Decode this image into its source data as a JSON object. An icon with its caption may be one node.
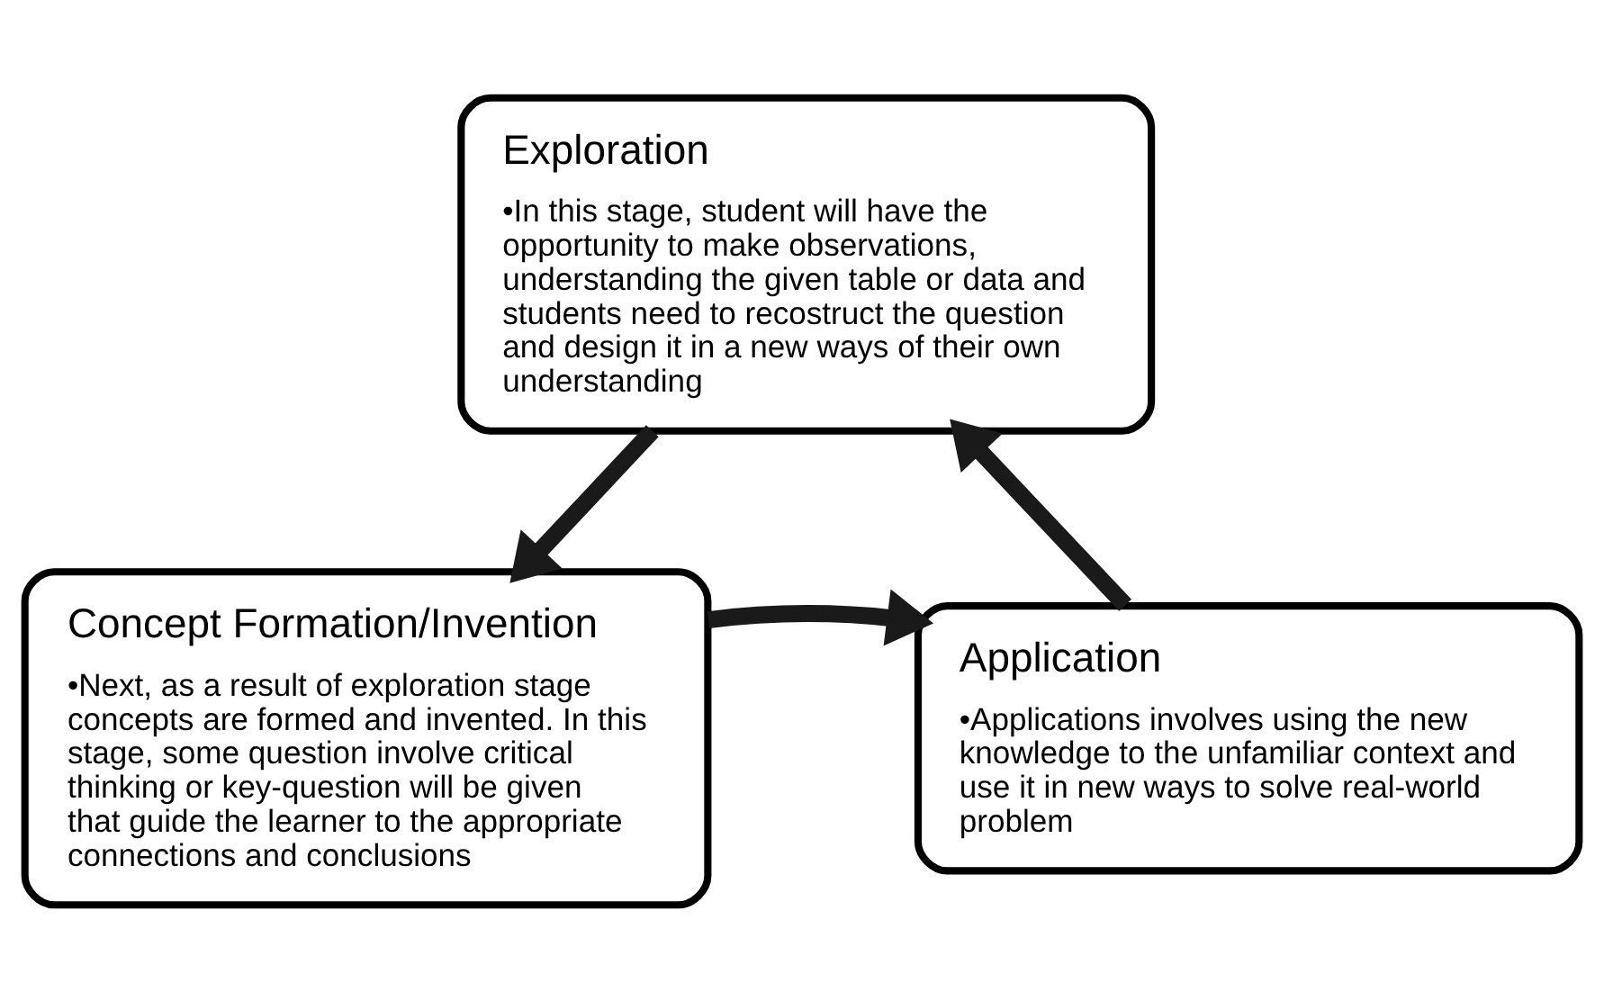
{
  "diagram": {
    "nodes": [
      {
        "text": [
          "Exploration",
          "•In this stage, student will have the opportunity to make observations, understanding the given table or data and students need to recostruct the question and design it in a new ways of their own understanding"
        ]
      },
      {
        "text": [
          "Concept Formation/Invention",
          "•Next, as a result of exploration stage concepts are formed and invented. In this stage, some question involve critical thinking or key-question will be given that guide the learner to the appropriate connections and conclusions"
        ]
      },
      {
        "text": [
          "Application",
          "•Applications involves using the new knowledge to the unfamiliar context and use it in new ways to solve real-world problem"
        ]
      }
    ],
    "edges": [
      {
        "from": 0,
        "to": 1,
        "arrow": "to"
      },
      {
        "from": 1,
        "to": 2,
        "arrow": "to"
      },
      {
        "from": 2,
        "to": 0,
        "arrow": "to"
      }
    ]
  }
}
